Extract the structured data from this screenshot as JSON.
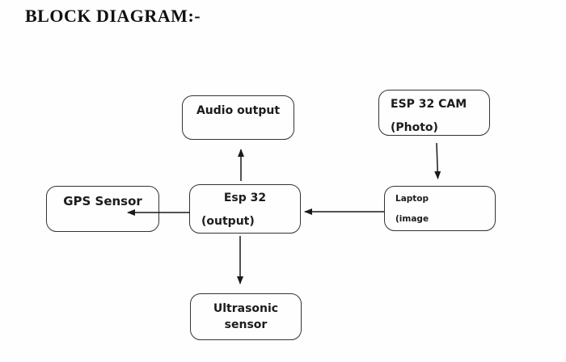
{
  "title": "BLOCK DIAGRAM:-",
  "diagram": {
    "boxes": {
      "audio_output": {
        "lines": [
          "Audio output"
        ]
      },
      "esp32_cam": {
        "lines": [
          "ESP 32 CAM",
          "(Photo)"
        ]
      },
      "gps_sensor": {
        "lines": [
          "GPS Sensor"
        ]
      },
      "esp32": {
        "lines": [
          "Esp 32",
          "(output)"
        ]
      },
      "laptop": {
        "lines": [
          "Laptop",
          "(image"
        ]
      },
      "ultrasonic": {
        "lines": [
          "Ultrasonic",
          "sensor"
        ]
      }
    },
    "edges": [
      {
        "from": "Esp 32 (output)",
        "to": "Audio output"
      },
      {
        "from": "ESP 32 CAM (Photo)",
        "to": "Laptop (image"
      },
      {
        "from": "Laptop (image",
        "to": "Esp 32 (output)"
      },
      {
        "from": "Esp 32 (output)",
        "to": "GPS Sensor"
      },
      {
        "from": "Esp 32 (output)",
        "to": "Ultrasonic sensor"
      }
    ],
    "colors": {
      "border": "#333333",
      "text": "#1c1c1c",
      "background": "#fefefe"
    }
  }
}
